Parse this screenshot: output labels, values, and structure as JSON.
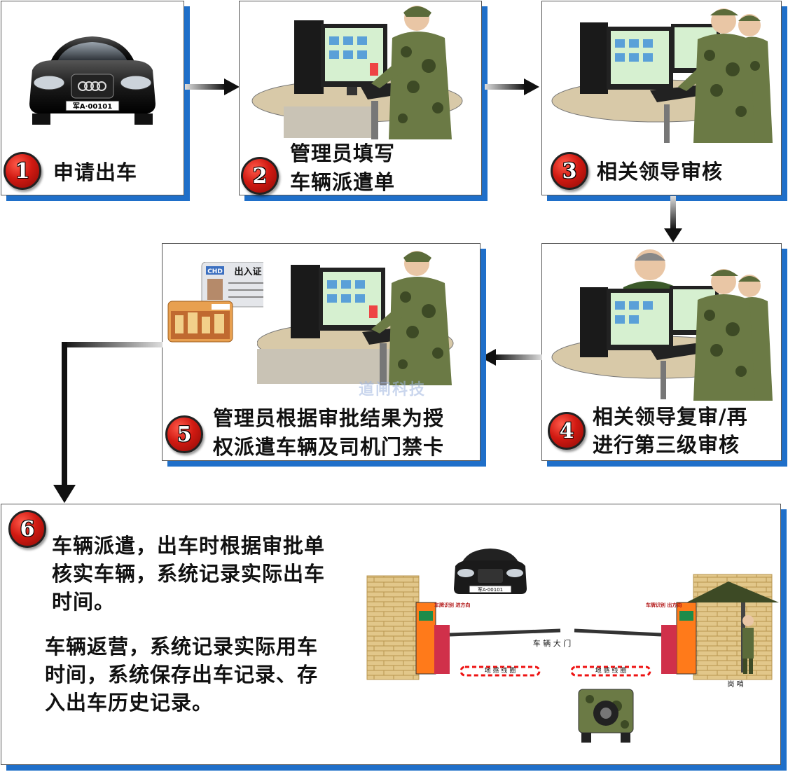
{
  "steps": [
    {
      "number": "1",
      "label": "申请出车"
    },
    {
      "number": "2",
      "line1": "管理员填写",
      "line2": "车辆派遣单"
    },
    {
      "number": "3",
      "label": "相关领导审核"
    },
    {
      "number": "4",
      "line1": "相关领导复审/再",
      "line2": "进行第三级审核"
    },
    {
      "number": "5",
      "line1": "管理员根据审批结果为授",
      "line2": "权派遣车辆及司机门禁卡"
    },
    {
      "number": "6",
      "para1": [
        "车辆派遣，出车时根据审批单",
        "核实车辆，系统记录实际出车",
        "时间。"
      ],
      "para2": [
        "车辆返营，系统记录实际用车",
        "时间，系统保存出车记录、存",
        "入出车历史记录。"
      ]
    }
  ],
  "car": {
    "plate": "军A·00101"
  },
  "card": {
    "title": "出入证",
    "logo": "CHD"
  },
  "scene": {
    "gate_label": "车 辆 大 门",
    "loop_left": "地 感 线 圈",
    "loop_right": "地 感 线 圈",
    "reader_left": "车牌识别 进方向",
    "reader_right": "车牌识别 出方向",
    "sentry": "岗 哨",
    "plate": "军A·00101"
  },
  "watermark": "道闸科技",
  "colors": {
    "panel_shadow": "#1f6fc9",
    "badge": "#d11a12",
    "arrow": "#222222"
  }
}
